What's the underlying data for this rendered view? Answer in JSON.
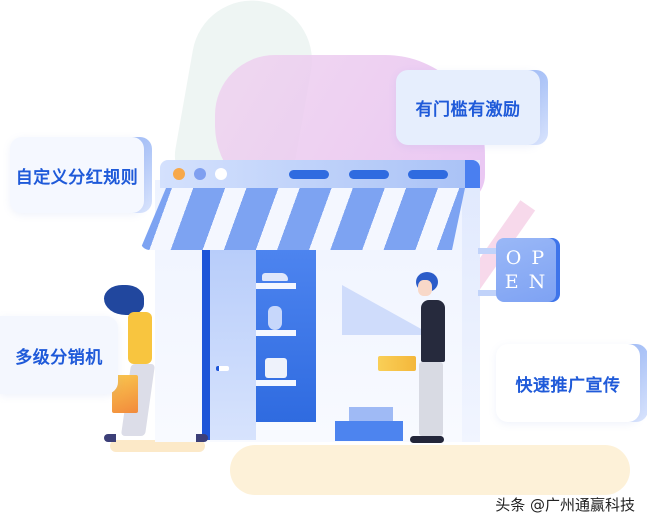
{
  "labels": {
    "top_left": "自定义分红规则",
    "top_right": "有门槛有激励",
    "bottom_left": "多级分销机",
    "bottom_right": "快速推广宣传"
  },
  "sign": {
    "row1": "O P",
    "row2": "E N"
  },
  "watermark": "头条 @广州通赢科技",
  "colors": {
    "accent_blue": "#1f5ad9",
    "awning_blue": "#6f98ef",
    "door_blue": "#2f6be0",
    "yellow": "#f7c44a",
    "pink": "#e6b8ee"
  }
}
